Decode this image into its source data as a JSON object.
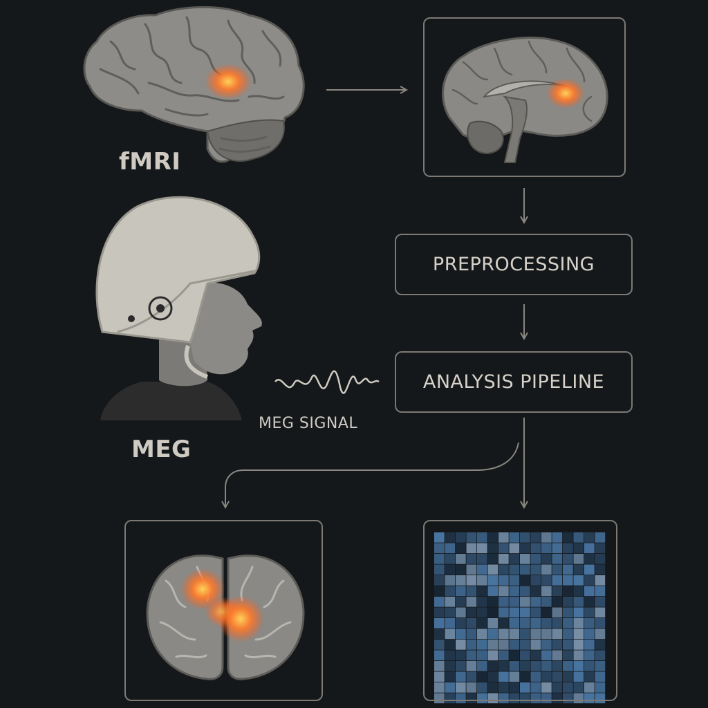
{
  "labels": {
    "fmri": "fMRI",
    "meg": "MEG",
    "meg_signal": "MEG SIGNAL"
  },
  "steps": {
    "preprocessing": "PREPROCESSING",
    "analysis": "ANALYSIS PIPELINE"
  },
  "colors": {
    "background": "#15181b",
    "stroke": "#7d7a74",
    "text": "#cfcbc2",
    "activation": "#ff7a2a",
    "matrix": "#2b4763"
  }
}
